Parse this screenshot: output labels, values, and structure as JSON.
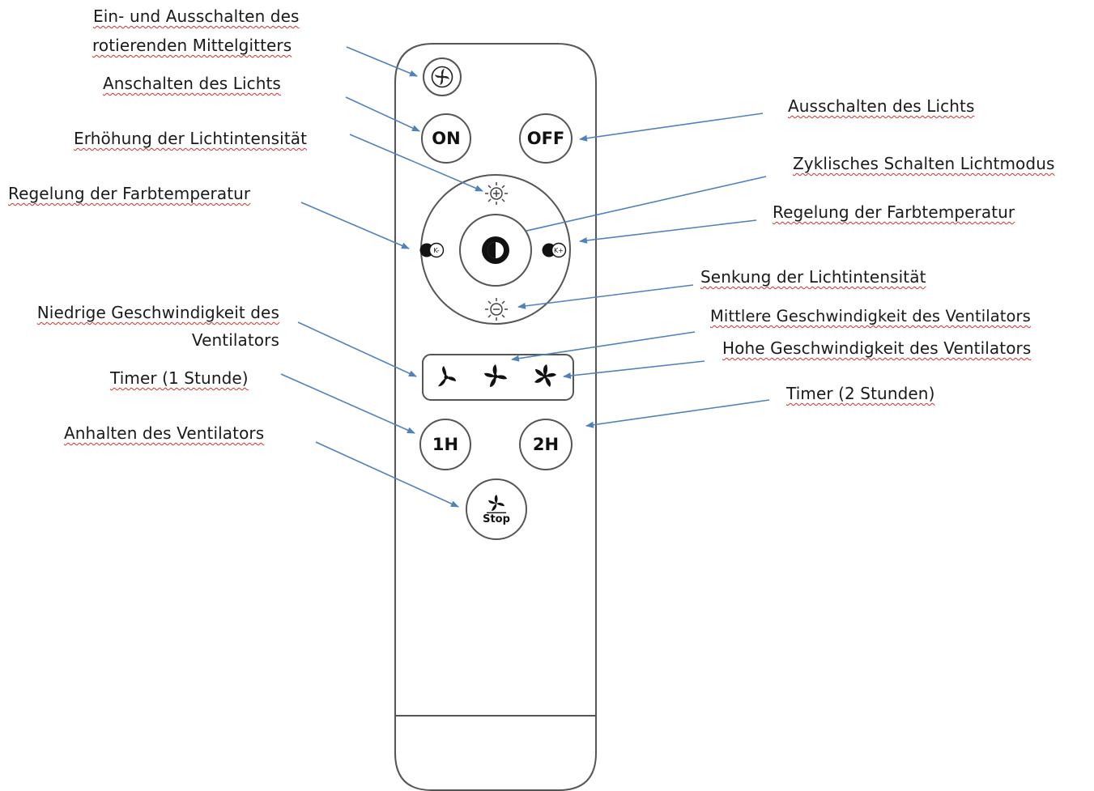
{
  "labels": {
    "rotate_grid_1": "Ein- und Ausschalten des",
    "rotate_grid_2": "rotierenden Mittelgitters",
    "light_on": "Anschalten des Lichts",
    "brightness_up": "Erhöhung der Lichtintensität",
    "color_temp_left": "Regelung der Farbtemperatur",
    "fan_low_1": "Niedrige Geschwindigkeit des",
    "fan_low_2": "Ventilators",
    "timer_1h": "Timer (1 Stunde)",
    "fan_stop": "Anhalten des Ventilators",
    "light_off": "Ausschalten des Lichts",
    "light_mode": "Zyklisches Schalten Lichtmodus",
    "color_temp_right": "Regelung der Farbtemperatur",
    "brightness_down": "Senkung der Lichtintensität",
    "fan_medium": "Mittlere Geschwindigkeit des Ventilators",
    "fan_high": "Hohe Geschwindigkeit des Ventilators",
    "timer_2h": "Timer (2 Stunden)"
  },
  "buttons": {
    "on": "ON",
    "off": "OFF",
    "timer_1h": "1H",
    "timer_2h": "2H",
    "stop": "Stop",
    "color_temp_minus": "K-",
    "color_temp_plus": "K+"
  },
  "icons": {
    "rotate": "rotate-grid-icon",
    "brightness_up": "sun-plus-icon",
    "brightness_down": "sun-minus-icon",
    "mode": "light-mode-icon",
    "fan_low": "fan-low-icon",
    "fan_medium": "fan-medium-icon",
    "fan_high": "fan-high-icon"
  },
  "colors": {
    "arrow": "#4f81bd",
    "outline": "#555555",
    "spellcheck": "#d03030"
  }
}
